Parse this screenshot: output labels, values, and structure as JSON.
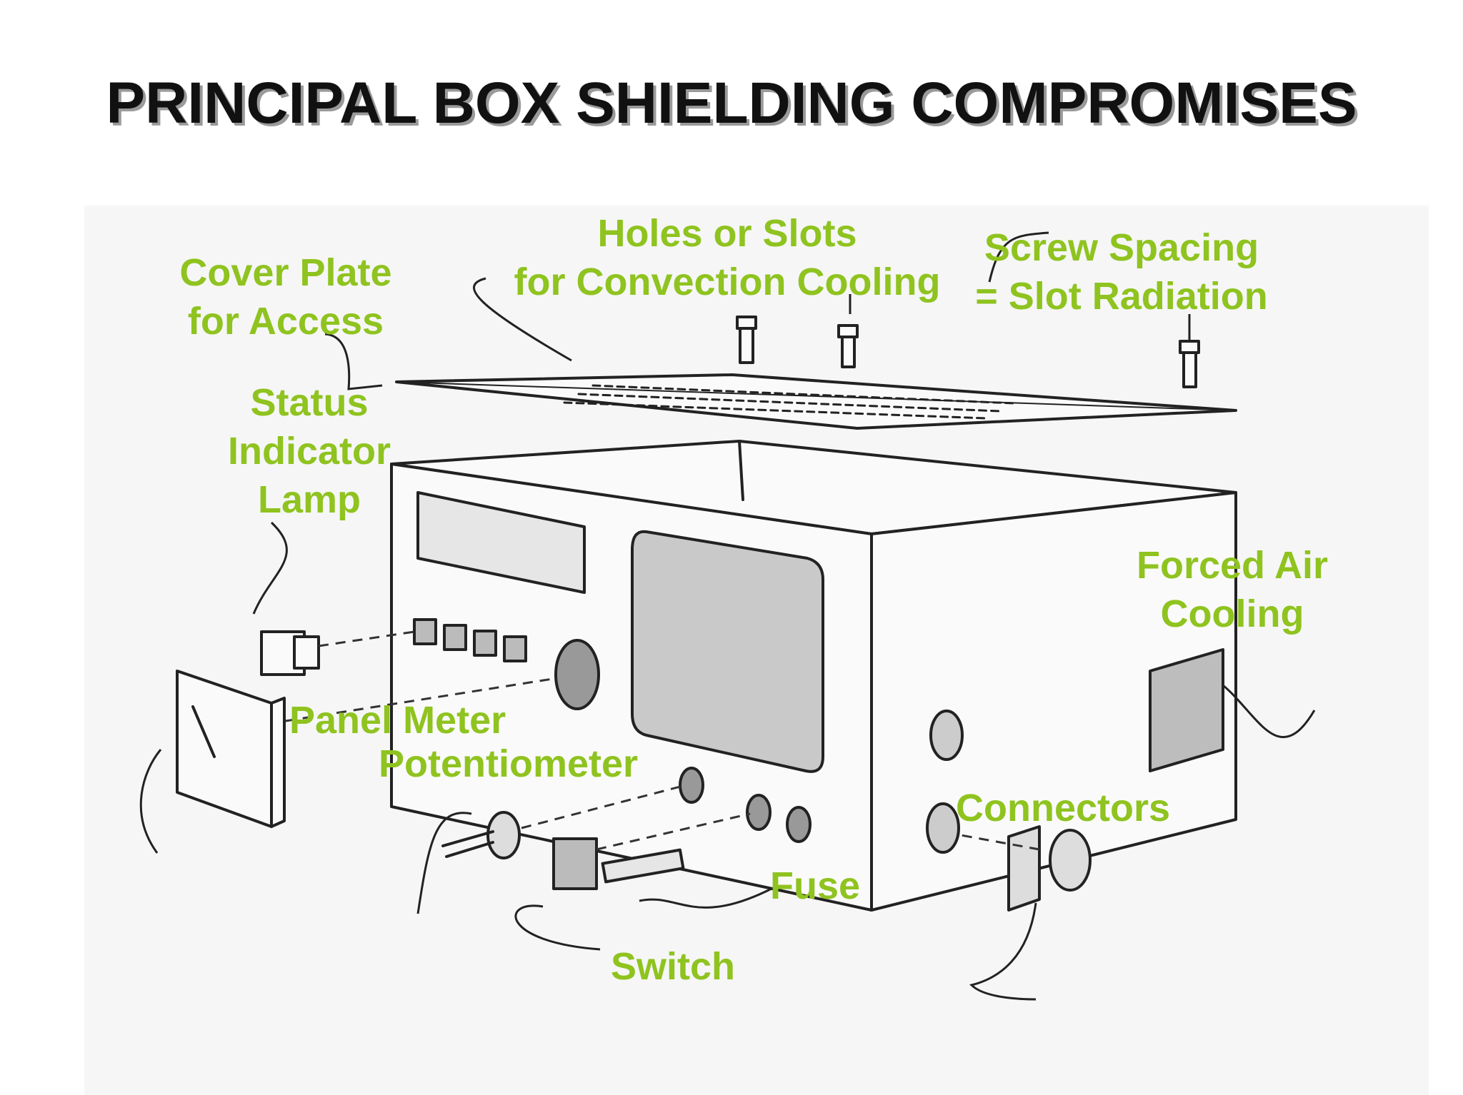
{
  "title": "PRINCIPAL BOX SHIELDING COMPROMISES",
  "label_color": "#8fc31f",
  "labels": {
    "holes_slots": [
      "Holes or Slots",
      "for Convection Cooling"
    ],
    "screw_spacing": [
      "Screw Spacing",
      "= Slot Radiation"
    ],
    "cover_plate": [
      "Cover Plate",
      "for Access"
    ],
    "status_lamp": [
      "Status",
      "Indicator",
      "Lamp"
    ],
    "forced_air": [
      "Forced Air",
      "Cooling"
    ],
    "panel_meter": "Panel Meter",
    "potentiometer": "Potentiometer",
    "connectors": "Connectors",
    "fuse": "Fuse",
    "switch": "Switch"
  }
}
